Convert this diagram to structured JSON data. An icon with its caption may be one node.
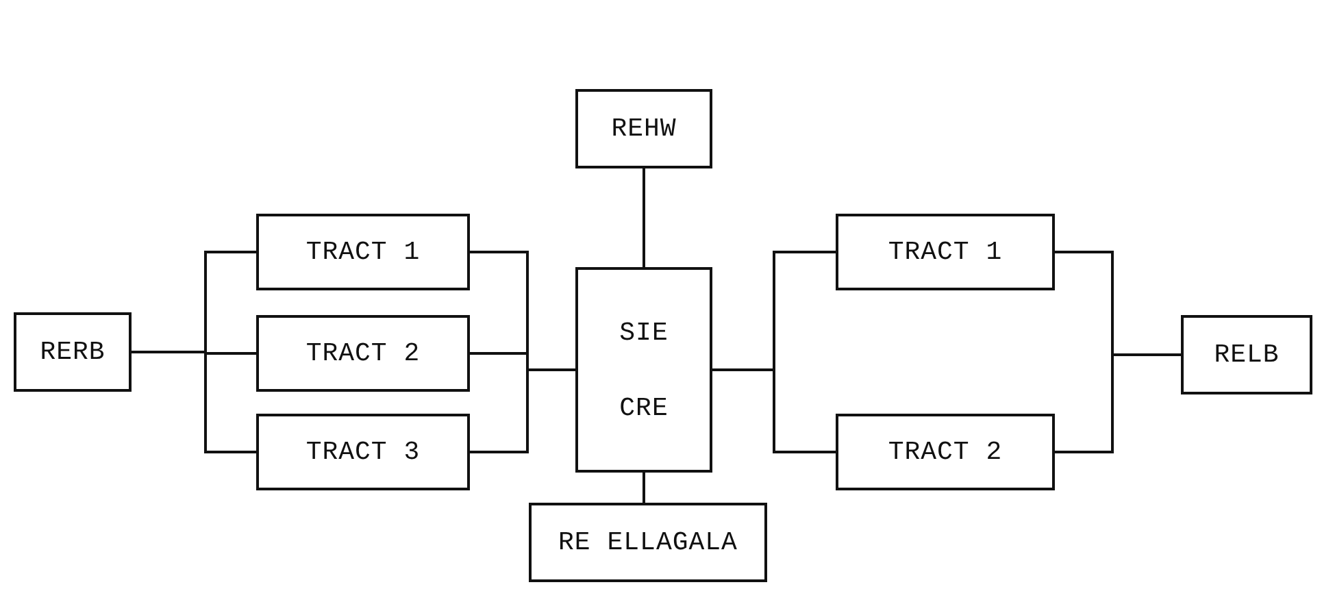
{
  "diagram": {
    "nodes": [
      {
        "text": [
          "RERB"
        ]
      },
      {
        "text": [
          "TRACT 1"
        ]
      },
      {
        "text": [
          "TRACT 2"
        ]
      },
      {
        "text": [
          "TRACT 3"
        ]
      },
      {
        "text": [
          "REHW"
        ]
      },
      {
        "text": [
          "SIE",
          "CRE"
        ]
      },
      {
        "text": [
          "RE ELLAGALA"
        ]
      },
      {
        "text": [
          "TRACT 1"
        ]
      },
      {
        "text": [
          "TRACT 2"
        ]
      },
      {
        "text": [
          "RELB"
        ]
      }
    ],
    "edges": [
      {
        "from": 0,
        "to": 1,
        "arrow": "none"
      },
      {
        "from": 0,
        "to": 2,
        "arrow": "none"
      },
      {
        "from": 0,
        "to": 3,
        "arrow": "none"
      },
      {
        "from": 1,
        "to": 5,
        "arrow": "none"
      },
      {
        "from": 2,
        "to": 5,
        "arrow": "none"
      },
      {
        "from": 3,
        "to": 5,
        "arrow": "none"
      },
      {
        "from": 4,
        "to": 5,
        "arrow": "none"
      },
      {
        "from": 5,
        "to": 6,
        "arrow": "none"
      },
      {
        "from": 5,
        "to": 7,
        "arrow": "none"
      },
      {
        "from": 5,
        "to": 8,
        "arrow": "none"
      },
      {
        "from": 7,
        "to": 9,
        "arrow": "none"
      },
      {
        "from": 8,
        "to": 9,
        "arrow": "none"
      }
    ]
  }
}
